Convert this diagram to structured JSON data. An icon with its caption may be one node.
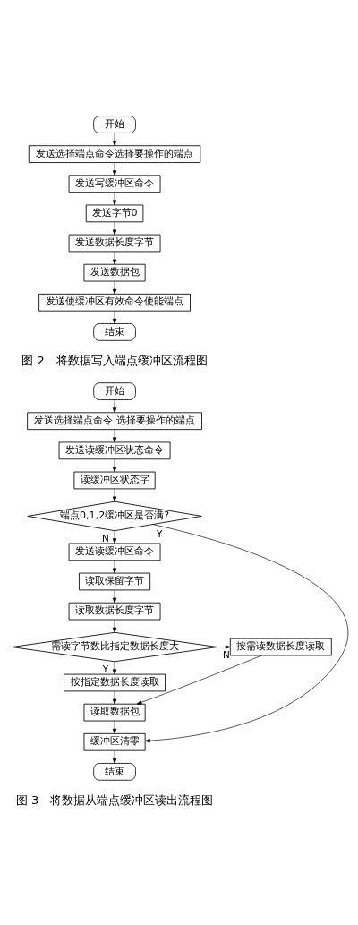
{
  "diagram": {
    "nodes": [
      {
        "text": [
          "开始"
        ]
      },
      {
        "text": [
          "发送选择端点命令选择要操作的端点"
        ]
      },
      {
        "text": [
          "发送写缓冲区命令"
        ]
      },
      {
        "text": [
          "发送字节0"
        ]
      },
      {
        "text": [
          "发送数据长度字节"
        ]
      },
      {
        "text": [
          "发送数据包"
        ]
      },
      {
        "text": [
          "发送使缓冲区有效命令使能端点"
        ]
      },
      {
        "text": [
          "结束"
        ]
      },
      {
        "text": [
          "开始"
        ]
      },
      {
        "text": [
          "发送选择端点命令 选择要操作的端点"
        ]
      },
      {
        "text": [
          "发送读缓冲区状态命令"
        ]
      },
      {
        "text": [
          "读缓冲区状态字"
        ]
      },
      {
        "text": [
          "端点0,1,2缓冲区是否满?"
        ]
      },
      {
        "text": [
          "发送读缓冲区命令"
        ]
      },
      {
        "text": [
          "读取保留字节"
        ]
      },
      {
        "text": [
          "读取数据长度字节"
        ]
      },
      {
        "text": [
          "需读字节数比指定数据长度大"
        ]
      },
      {
        "text": [
          "按需读数据长度读取"
        ]
      },
      {
        "text": [
          "按指定数据长度读取"
        ]
      },
      {
        "text": [
          "读取数据包"
        ]
      },
      {
        "text": [
          "缓冲区清零"
        ]
      },
      {
        "text": [
          "结束"
        ]
      }
    ],
    "edges": [
      {
        "from": 0,
        "to": 1,
        "arrow": "to"
      },
      {
        "from": 1,
        "to": 2,
        "arrow": "to"
      },
      {
        "from": 2,
        "to": 3,
        "arrow": "to"
      },
      {
        "from": 3,
        "to": 4,
        "arrow": "to"
      },
      {
        "from": 4,
        "to": 5,
        "arrow": "to"
      },
      {
        "from": 5,
        "to": 6,
        "arrow": "to"
      },
      {
        "from": 6,
        "to": 7,
        "arrow": "to"
      },
      {
        "from": 8,
        "to": 9,
        "arrow": "to"
      },
      {
        "from": 9,
        "to": 10,
        "arrow": "to"
      },
      {
        "from": 10,
        "to": 11,
        "arrow": "to"
      },
      {
        "from": 11,
        "to": 12,
        "arrow": "to"
      },
      {
        "from": 12,
        "to": 13,
        "arrow": "to",
        "label": "N"
      },
      {
        "from": 12,
        "to": 20,
        "arrow": "to",
        "label": "Y"
      },
      {
        "from": 13,
        "to": 14,
        "arrow": "to"
      },
      {
        "from": 14,
        "to": 15,
        "arrow": "to"
      },
      {
        "from": 15,
        "to": 16,
        "arrow": "to"
      },
      {
        "from": 16,
        "to": 17,
        "arrow": "to",
        "label": "N"
      },
      {
        "from": 16,
        "to": 18,
        "arrow": "to",
        "label": "Y"
      },
      {
        "from": 17,
        "to": 19,
        "arrow": "to"
      },
      {
        "from": 18,
        "to": 19,
        "arrow": "to"
      },
      {
        "from": 19,
        "to": 20,
        "arrow": "to"
      },
      {
        "from": 20,
        "to": 21,
        "arrow": "to"
      }
    ],
    "labels": [
      "图 2　将数据写入端点缓冲区流程图",
      "图 3　将数据从端点缓冲区读出流程图"
    ]
  }
}
